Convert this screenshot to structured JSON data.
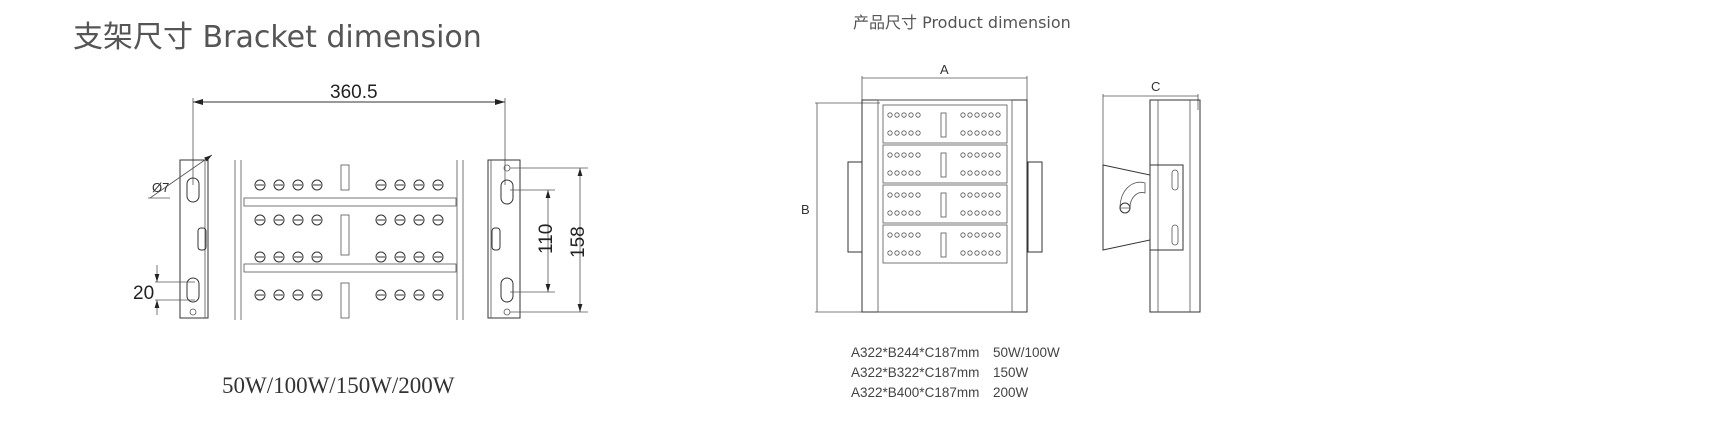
{
  "bracket": {
    "title": "支架尺寸  Bracket dimension",
    "dims": {
      "width": "360.5",
      "hole": "Ø7",
      "slot": "20",
      "inner": "110",
      "outer": "158"
    },
    "wattages": "50W/100W/150W/200W"
  },
  "product": {
    "title": "产品尺寸  Product dimension",
    "labels": {
      "a": "A",
      "b": "B",
      "c": "C"
    },
    "specs": [
      {
        "size": "A322*B244*C187mm",
        "watt": "50W/100W"
      },
      {
        "size": "A322*B322*C187mm",
        "watt": "150W"
      },
      {
        "size": "A322*B400*C187mm",
        "watt": "200W"
      }
    ]
  }
}
